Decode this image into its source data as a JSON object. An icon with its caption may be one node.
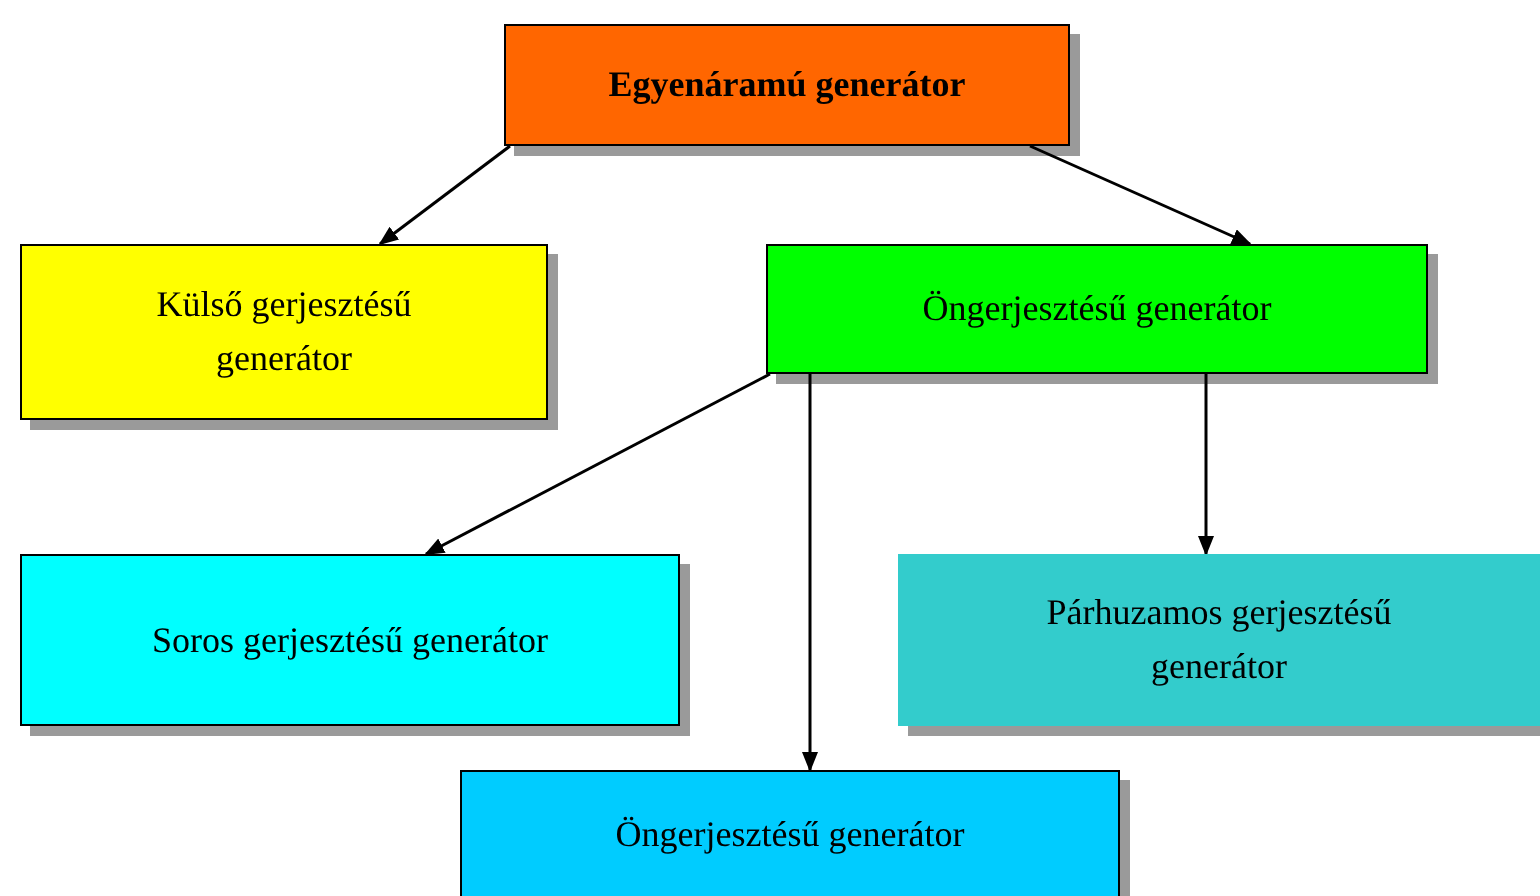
{
  "diagram": {
    "nodes": [
      {
        "text": [
          "Egyenáramú generátor"
        ]
      },
      {
        "text": [
          "Külső gerjesztésű generátor"
        ]
      },
      {
        "text": [
          "Öngerjesztésű generátor"
        ]
      },
      {
        "text": [
          "Soros gerjesztésű generátor"
        ]
      },
      {
        "text": [
          "Párhuzamos gerjesztésű generátor"
        ]
      },
      {
        "text": [
          "Öngerjesztésű generátor"
        ]
      }
    ],
    "edges": [
      {
        "from": 0,
        "to": 1,
        "arrow": "to"
      },
      {
        "from": 0,
        "to": 2,
        "arrow": "to"
      },
      {
        "from": 2,
        "to": 3,
        "arrow": "to"
      },
      {
        "from": 2,
        "to": 5,
        "arrow": "to"
      },
      {
        "from": 2,
        "to": 4,
        "arrow": "to"
      }
    ]
  }
}
